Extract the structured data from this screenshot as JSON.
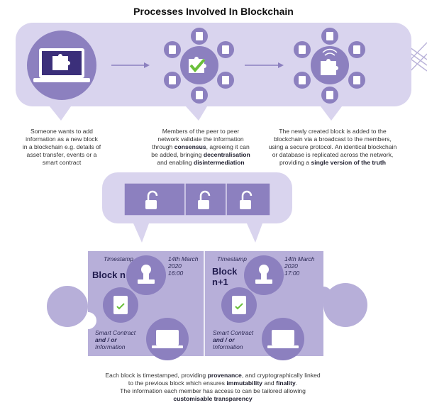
{
  "title": "Processes Involved In Blockchain",
  "steps": [
    {
      "lines": [
        "Someone wants to add",
        "information as a new block",
        "in a blockchain e.g. details of",
        "asset transfer, events or a",
        "smart contract"
      ]
    },
    {
      "lines": [
        "Members of the peer to peer",
        "network validate the information",
        "through ",
        "consensus",
        ", agreeing it can",
        "be added, bringing ",
        "decentralisation",
        "and enabling ",
        "disintermediation"
      ]
    },
    {
      "lines": [
        "The newly created block is added to the",
        "blockchain via a broadcast to the members,",
        "using a secure protocol. An identical blockchain",
        "or database is replicated across the network,",
        "providing a ",
        "single version of the truth"
      ]
    }
  ],
  "blocks": [
    {
      "timestamp_label": "Timestamp",
      "name_line1": "Block n",
      "name_line2": "",
      "date_line1": "14th March",
      "date_line2": "2020",
      "time": "16:00",
      "contract_line1": "Smart Contract",
      "contract_line2": "and / or",
      "contract_line3": "Information"
    },
    {
      "timestamp_label": "Timestamp",
      "name_line1": "Block",
      "name_line2": "n+1",
      "date_line1": "14th March",
      "date_line2": "2020",
      "time": "17:00",
      "contract_line1": "Smart Contract",
      "contract_line2": "and / or",
      "contract_line3": "Information"
    }
  ],
  "footer": {
    "l1a": "Each block is timestamped, providing ",
    "l1b": "provenance",
    "l1c": ", and cryptographically linked",
    "l2a": "to the previous block which ensures ",
    "l2b": "immutability",
    "l2c": " and ",
    "l2d": "finality",
    "l2e": ".",
    "l3": "The information each member has access to can be tailored allowing",
    "l4": "customisable transparency"
  },
  "colors": {
    "lavender": "#d9d4ee",
    "purple": "#8c80bf",
    "dark_purple": "#3b2f7a",
    "green": "#6abf3a"
  }
}
